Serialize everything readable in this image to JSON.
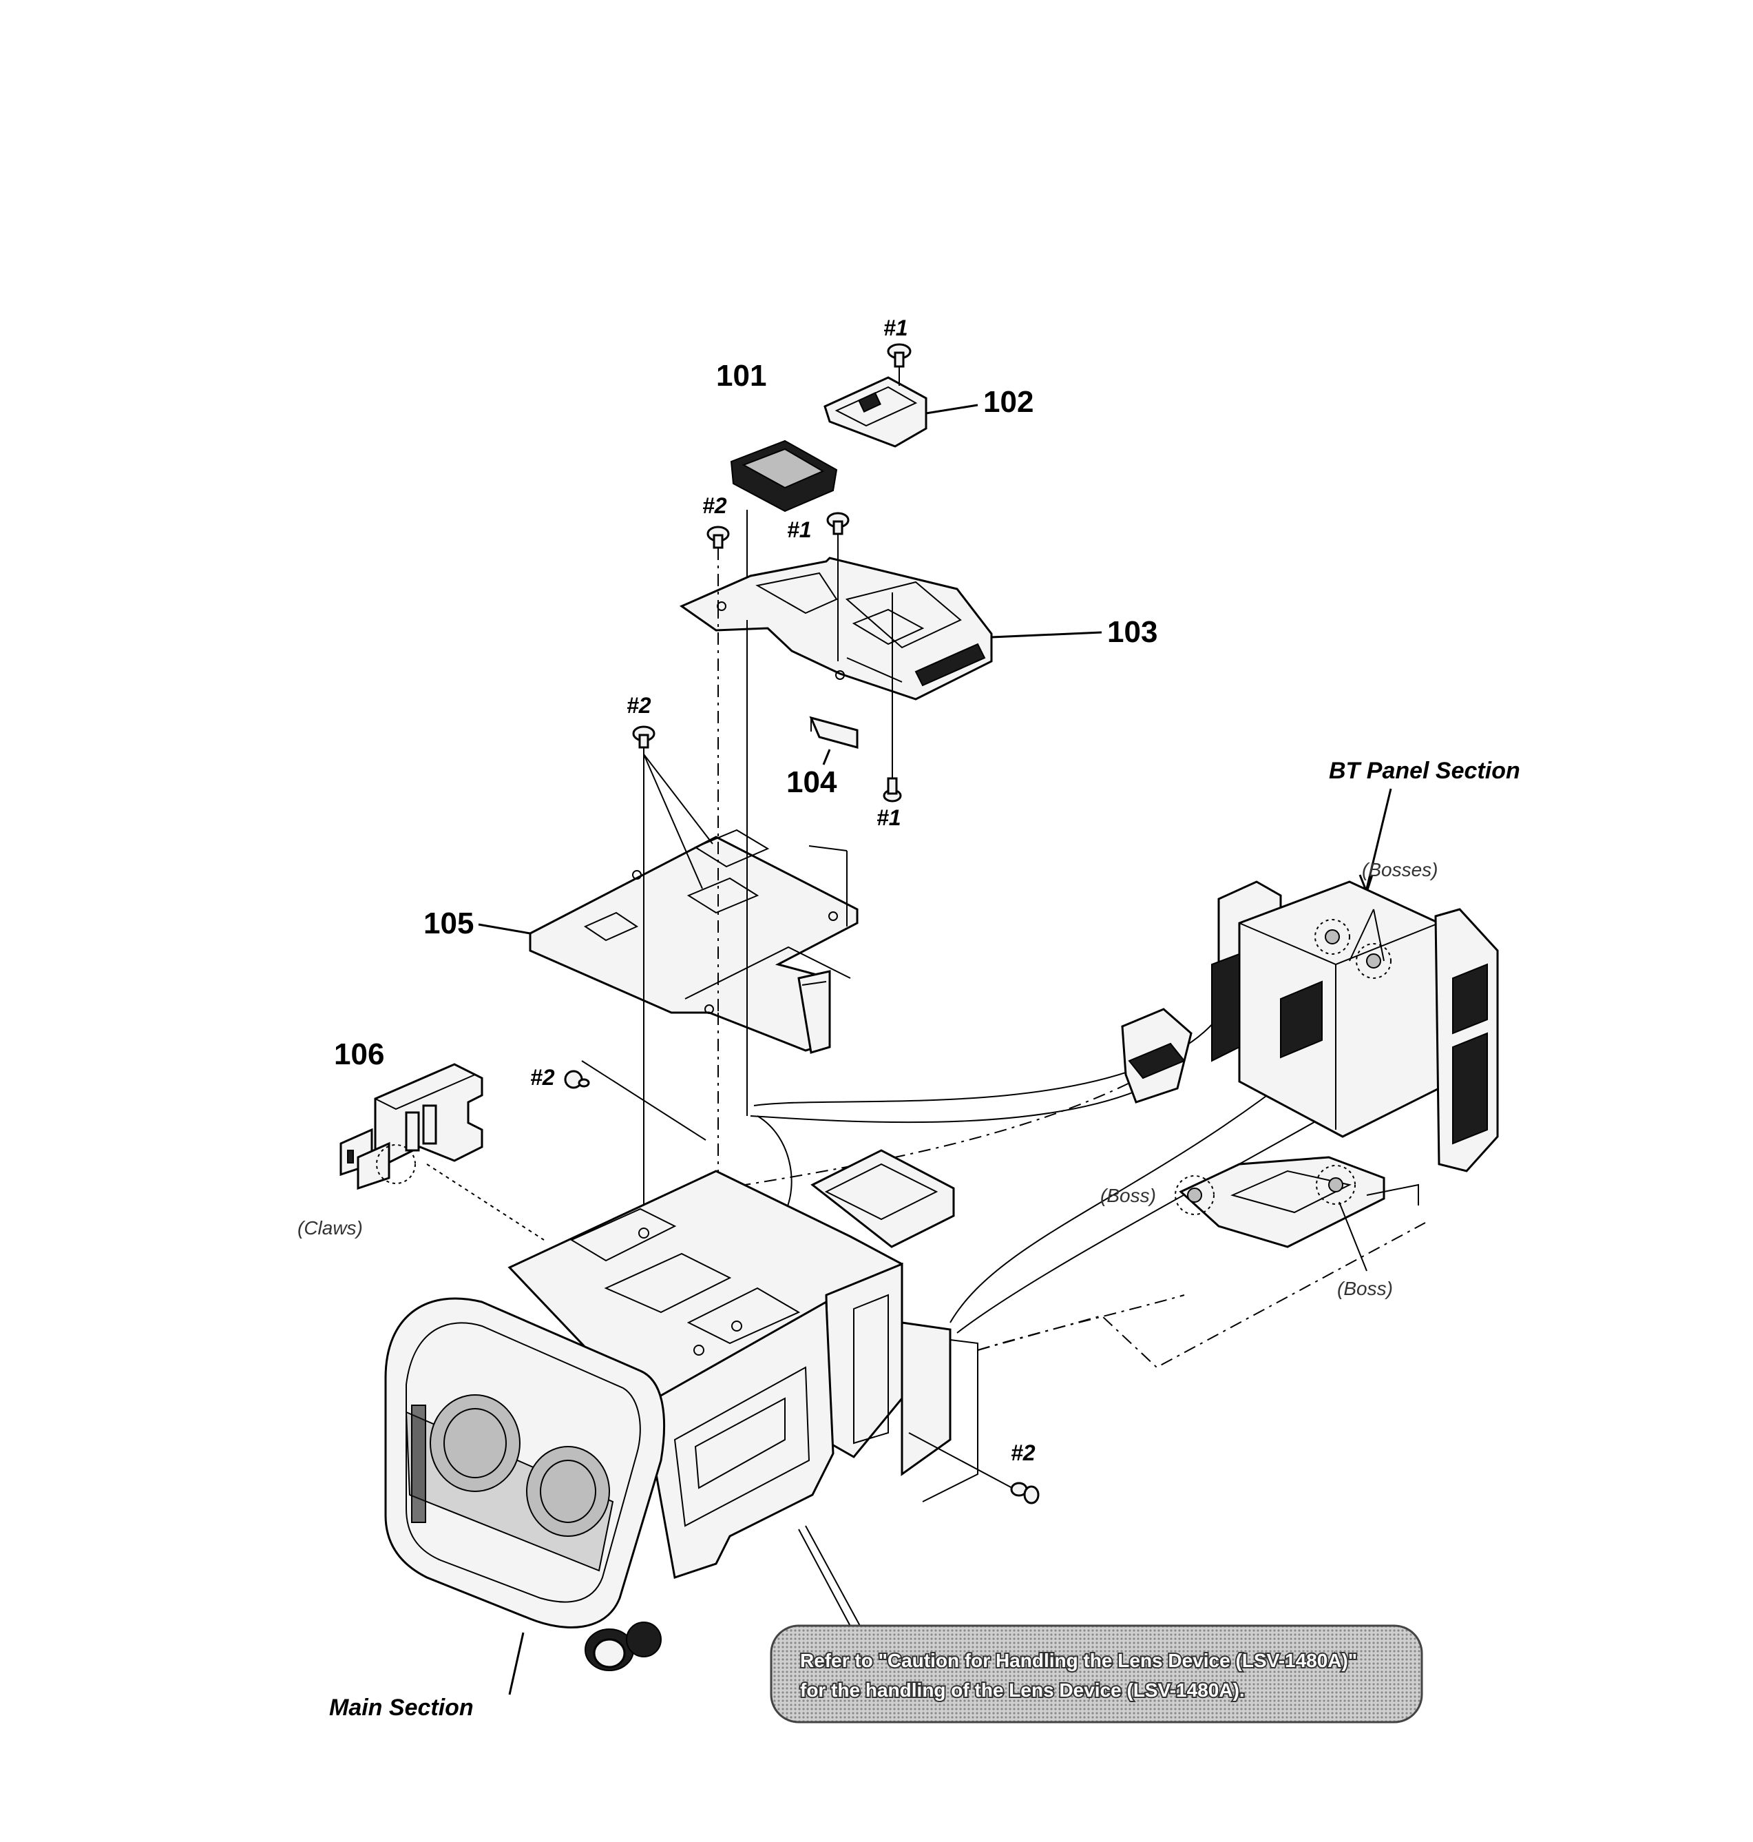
{
  "parts": [
    {
      "id": "101"
    },
    {
      "id": "102"
    },
    {
      "id": "103"
    },
    {
      "id": "104"
    },
    {
      "id": "105"
    },
    {
      "id": "106"
    }
  ],
  "screws": {
    "s1_top": "#1",
    "s1_mid": "#1",
    "s1_bottom": "#1",
    "s2_upper": "#2",
    "s2_mid": "#2",
    "s2_left": "#2",
    "s2_lower": "#2"
  },
  "sections": {
    "bt_panel": "BT Panel Section",
    "main": "Main Section"
  },
  "notes": {
    "bosses": "(Bosses)",
    "boss_left": "(Boss)",
    "boss_right": "(Boss)",
    "claws": "(Claws)"
  },
  "caution": {
    "line1": "Refer to \"Caution for Handling the Lens Device (LSV-1480A)\"",
    "line2": "for the handling of the Lens Device (LSV-1480A)."
  }
}
